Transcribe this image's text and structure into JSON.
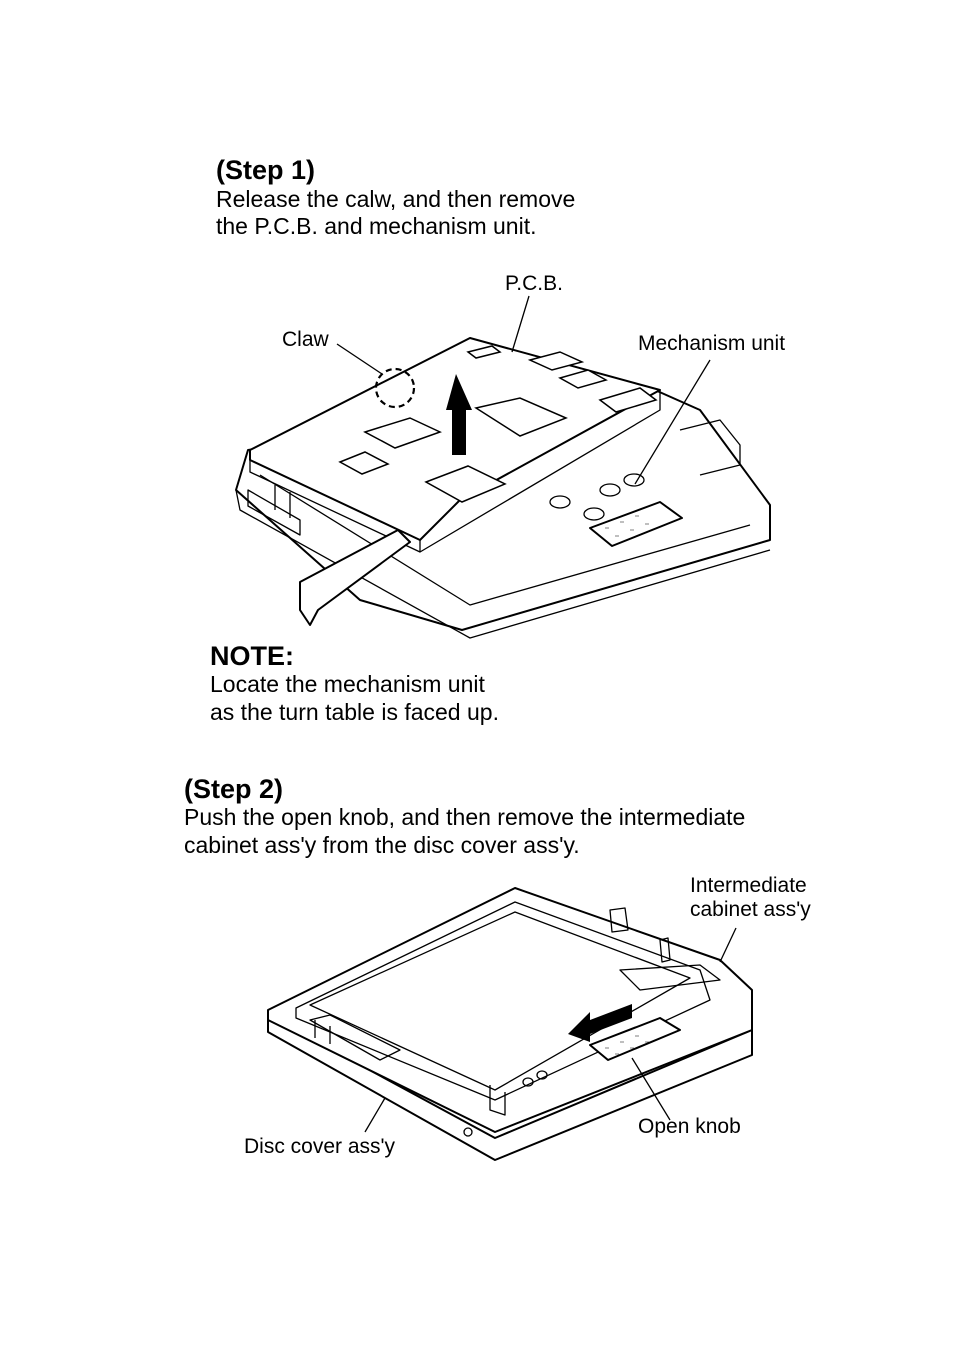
{
  "step1": {
    "heading": "(Step 1)",
    "line1": "Release the calw, and then remove",
    "line2": "the P.C.B. and mechanism unit.",
    "labels": {
      "pcb": "P.C.B.",
      "claw": "Claw",
      "mechanism_unit": "Mechanism unit"
    }
  },
  "note": {
    "heading": "NOTE:",
    "line1": "Locate the mechanism unit",
    "line2": "as the turn table is faced up."
  },
  "step2": {
    "heading": "(Step 2)",
    "line1": "Push the open knob, and then remove the intermediate",
    "line2": "cabinet ass'y from the disc cover ass'y.",
    "labels": {
      "intermediate_line1": "Intermediate",
      "intermediate_line2": "cabinet ass'y",
      "open_knob": "Open knob",
      "disc_cover": "Disc cover ass'y"
    }
  }
}
